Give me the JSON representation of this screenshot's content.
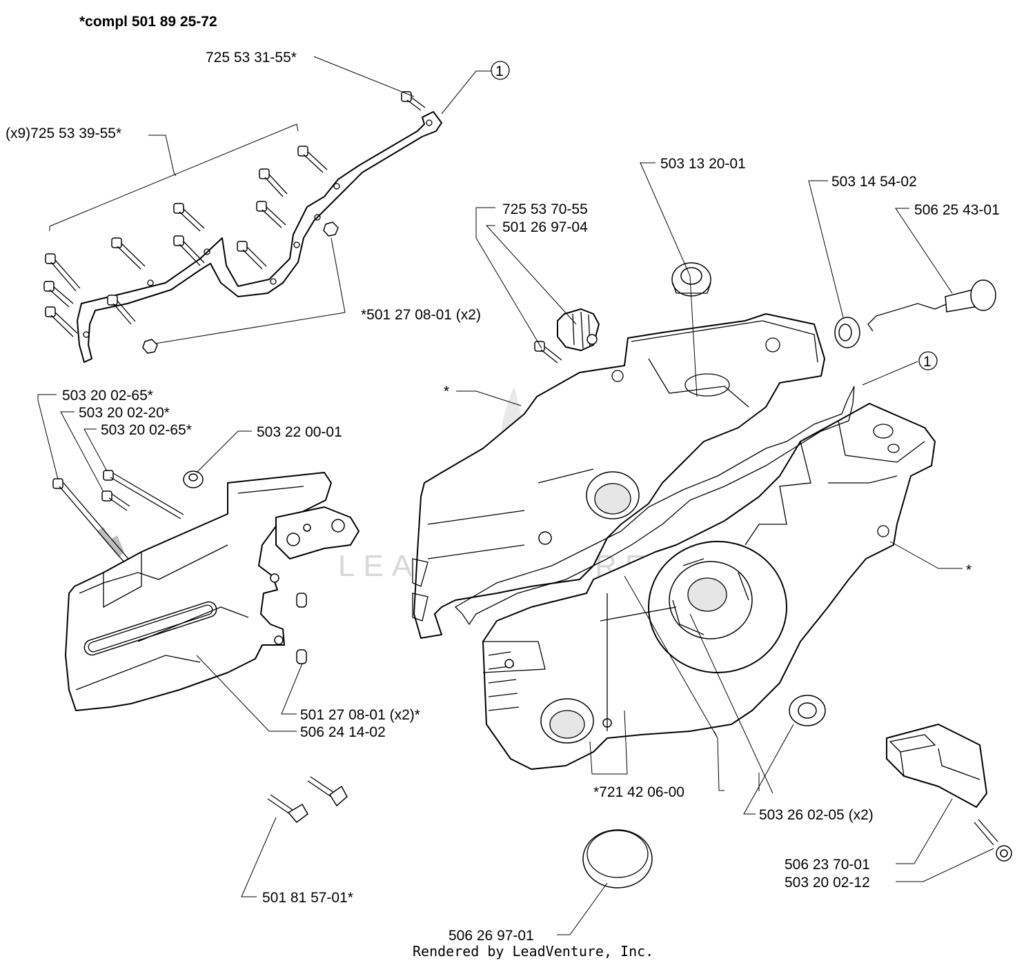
{
  "diagram": {
    "title": "*compl 501 89 25-72",
    "footer": "Rendered by LeadVenture, Inc.",
    "watermark_text": "LEADVENTURE",
    "callout_number": "1",
    "labels": {
      "l_725_53_31_55": "725 53 31-55*",
      "l_x9_725_53_39_55": "(x9)725 53 39-55*",
      "l_501_27_08_01_x2_top": "*501 27 08-01 (x2)",
      "l_725_53_70_55": "725 53 70-55",
      "l_501_26_97_04": "501 26 97-04",
      "l_503_13_20_01": "503 13 20-01",
      "l_503_14_54_02": "503 14 54-02",
      "l_506_25_43_01": "506 25 43-01",
      "l_star_left": "*",
      "l_star_right": "*",
      "l_503_20_02_65_a": "503 20 02-65*",
      "l_503_20_02_20": "503 20 02-20*",
      "l_503_20_02_65_b": "503 20 02-65*",
      "l_503_22_00_01": "503 22 00-01",
      "l_501_27_08_01_x2_mid": "501 27 08-01 (x2)*",
      "l_506_24_14_02": "506 24 14-02",
      "l_721_42_06_00": "*721 42 06-00",
      "l_503_26_02_05": "503 26 02-05 (x2)",
      "l_501_81_57_01": "501 81 57-01*",
      "l_506_23_70_01": "506 23 70-01",
      "l_503_20_02_12": "503 20 02-12",
      "l_506_26_97_01": "506 26 97-01"
    }
  }
}
